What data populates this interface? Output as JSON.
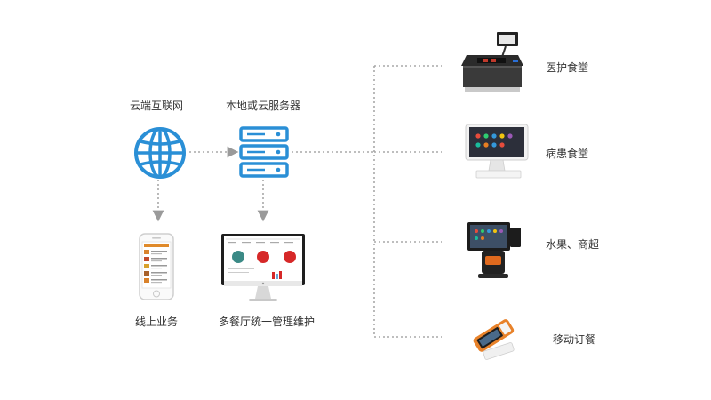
{
  "left": {
    "cloud_label": "云端互联网",
    "server_label": "本地或云服务器",
    "online_label": "线上业务",
    "mgmt_label": "多餐厅统一管理维护"
  },
  "right": {
    "items": [
      {
        "label": "医护食堂",
        "icon": "canteen-kiosk"
      },
      {
        "label": "病患食堂",
        "icon": "dual-screen-pos"
      },
      {
        "label": "水果、商超",
        "icon": "pos-with-printer"
      },
      {
        "label": "移动订餐",
        "icon": "handheld-pos"
      }
    ]
  },
  "colors": {
    "accent": "#2a8fd6",
    "dotted_line": "#a8a8a8",
    "arrow": "#9a9a9a"
  }
}
